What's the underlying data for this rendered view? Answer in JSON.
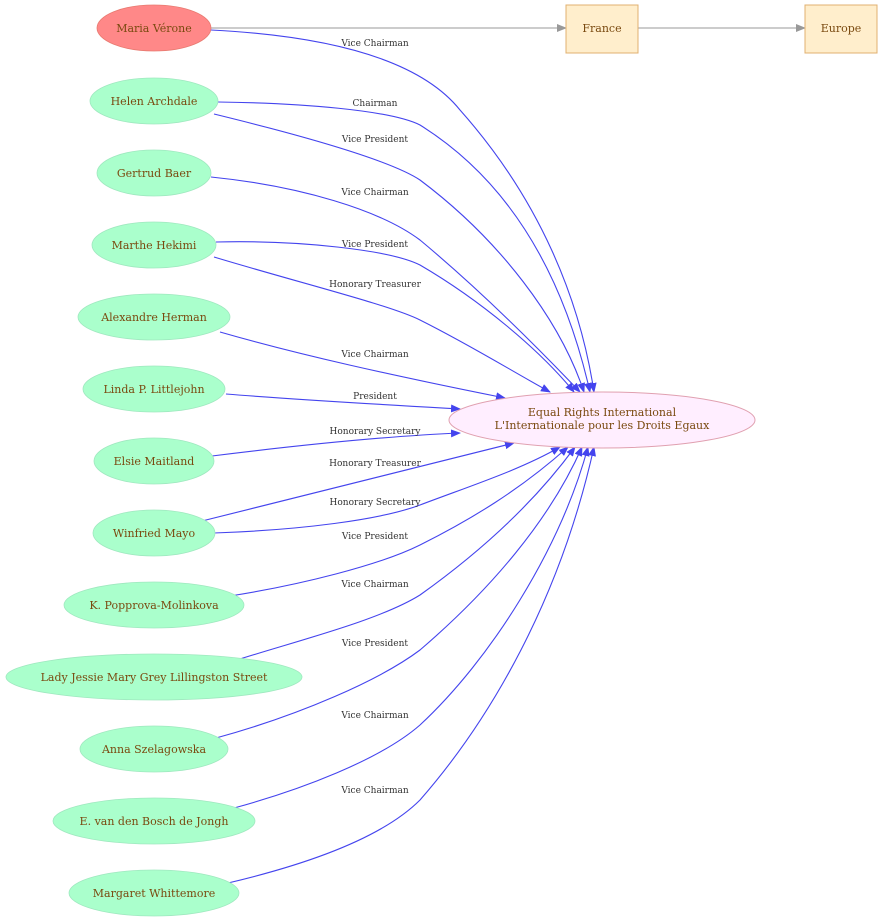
{
  "colors": {
    "person_fill": "#aaffcc",
    "person_highlight_fill": "#ff8888",
    "org_fill": "#ffeeff",
    "org_stroke": "#e0a0b0",
    "place_fill": "#ffeecc",
    "place_stroke": "#e0b070",
    "text": "#7a4a10",
    "edge": "#4444ee",
    "place_edge": "#999999",
    "edge_label": "#333333"
  },
  "organization": {
    "line1": "Equal Rights International",
    "line2": "L'Internationale pour les Droits Egaux"
  },
  "places": [
    {
      "id": "france",
      "label": "France"
    },
    {
      "id": "europe",
      "label": "Europe"
    }
  ],
  "people": [
    {
      "name": "Maria Vérone",
      "highlight": true,
      "roles": [
        "Vice Chairman"
      ]
    },
    {
      "name": "Helen Archdale",
      "roles": [
        "Chairman",
        "Vice President"
      ]
    },
    {
      "name": "Gertrud Baer",
      "roles": [
        "Vice Chairman"
      ]
    },
    {
      "name": "Marthe Hekimi",
      "roles": [
        "Vice President",
        "Honorary Treasurer"
      ]
    },
    {
      "name": "Alexandre Herman",
      "roles": [
        "Vice Chairman"
      ]
    },
    {
      "name": "Linda P. Littlejohn",
      "roles": [
        "President"
      ]
    },
    {
      "name": "Elsie Maitland",
      "roles": [
        "Honorary Secretary"
      ]
    },
    {
      "name": "Winfried Mayo",
      "roles": [
        "Honorary Treasurer",
        "Honorary Secretary"
      ]
    },
    {
      "name": "K. Popprova-Molinkova",
      "roles": [
        "Vice President"
      ]
    },
    {
      "name": "Lady Jessie Mary Grey Lillingston Street",
      "roles": [
        "Vice Chairman"
      ]
    },
    {
      "name": "Anna Szelagowska",
      "roles": [
        "Vice President"
      ]
    },
    {
      "name": "E. van den Bosch de Jongh",
      "roles": [
        "Vice Chairman"
      ]
    },
    {
      "name": "Margaret Whittemore",
      "roles": [
        "Vice Chairman"
      ]
    }
  ]
}
